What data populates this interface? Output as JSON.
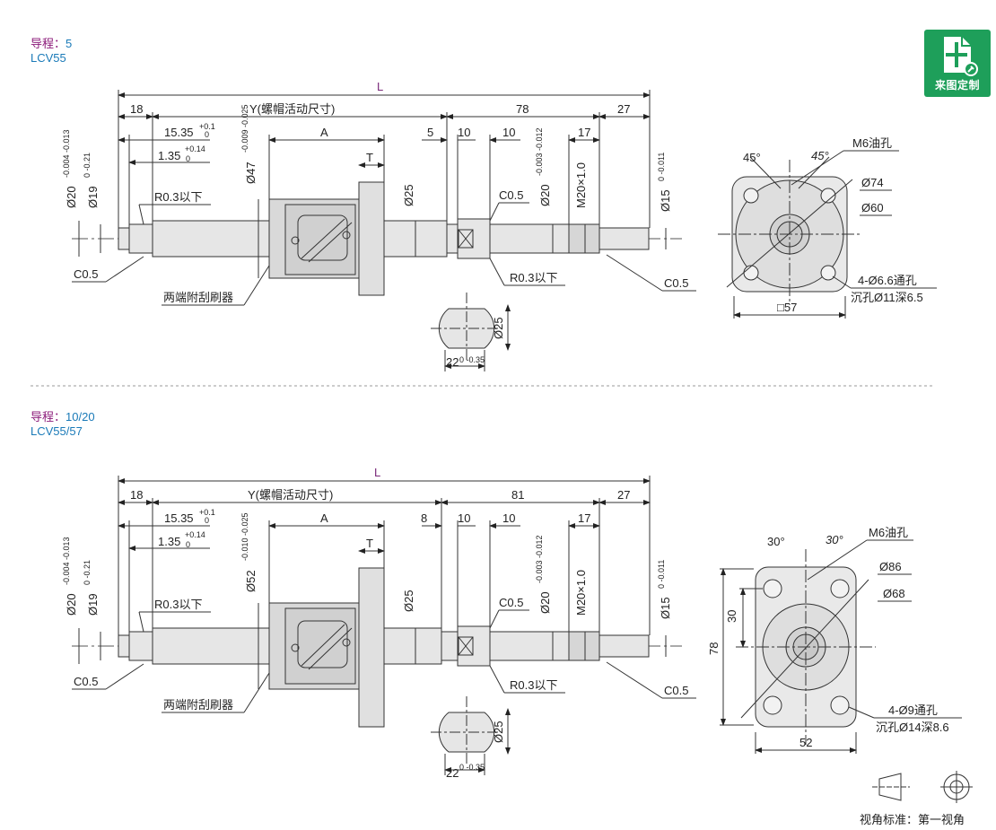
{
  "badge": {
    "label": "来图定制"
  },
  "view_standard": {
    "label": "视角标准：第一视角"
  },
  "sections": [
    {
      "lead_label": "导程：",
      "lead_value": "5",
      "model": "LCV55",
      "dims": {
        "L": "L",
        "Y": "Y(螺帽活动尺寸)",
        "d18": "18",
        "d78": "78",
        "d27": "27",
        "d15_35": "15.35",
        "tol15_35_up": "+0.1",
        "tol15_35_lo": "0",
        "d1_35": "1.35",
        "tol1_35_up": "+0.14",
        "tol1_35_lo": "0",
        "A": "A",
        "T": "T",
        "d5": "5",
        "d10a": "10",
        "d10b": "10",
        "d17": "17",
        "phi20": "Ø20",
        "phi20_tol": "-0.004 -0.013",
        "phi19": "Ø19",
        "phi19_tol": "0 -0.21",
        "phi47": "Ø47",
        "phi47_tol": "-0.009 -0.025",
        "phi25": "Ø25",
        "phi20b": "Ø20",
        "phi20b_tol": "-0.003 -0.012",
        "m20": "M20×1.0",
        "phi15": "Ø15",
        "phi15_tol": "0 -0.011",
        "r03a": "R0.3以下",
        "c05a": "C0.5",
        "c05b": "C0.5",
        "c05c": "C0.5",
        "r03b": "R0.3以下",
        "wiper": "两端附刮刷器",
        "sec_d25": "Ø25",
        "sec_22": "22",
        "sec_22_tol": "0 -0.35",
        "ang1": "45°",
        "ang2": "45°",
        "oil": "M6油孔",
        "phi74": "Ø74",
        "phi60": "Ø60",
        "holes": "4-Ø6.6通孔",
        "cbore": "沉孔Ø11深6.5",
        "sq57": "□57"
      }
    },
    {
      "lead_label": "导程：",
      "lead_value": "10/20",
      "model": "LCV55/57",
      "dims": {
        "L": "L",
        "Y": "Y(螺帽活动尺寸)",
        "d18": "18",
        "d81": "81",
        "d27": "27",
        "d15_35": "15.35",
        "tol15_35_up": "+0.1",
        "tol15_35_lo": "0",
        "d1_35": "1.35",
        "tol1_35_up": "+0.14",
        "tol1_35_lo": "0",
        "A": "A",
        "T": "T",
        "d8": "8",
        "d10a": "10",
        "d10b": "10",
        "d17": "17",
        "phi20": "Ø20",
        "phi20_tol": "-0.004 -0.013",
        "phi19": "Ø19",
        "phi19_tol": "0 -0.21",
        "phi52": "Ø52",
        "phi52_tol": "-0.010 -0.025",
        "phi25": "Ø25",
        "phi20b": "Ø20",
        "phi20b_tol": "-0.003 -0.012",
        "m20": "M20×1.0",
        "phi15": "Ø15",
        "phi15_tol": "0 -0.011",
        "r03a": "R0.3以下",
        "c05a": "C0.5",
        "c05b": "C0.5",
        "c05c": "C0.5",
        "r03b": "R0.3以下",
        "wiper": "两端附刮刷器",
        "sec_d25": "Ø25",
        "sec_22": "22",
        "sec_22_tol": "0 -0.35",
        "ang1": "30°",
        "ang2": "30°",
        "oil": "M6油孔",
        "phi86": "Ø86",
        "phi68": "Ø68",
        "holes": "4-Ø9通孔",
        "cbore": "沉孔Ø14深8.6",
        "d30": "30",
        "d78": "78",
        "d52": "52"
      }
    }
  ]
}
